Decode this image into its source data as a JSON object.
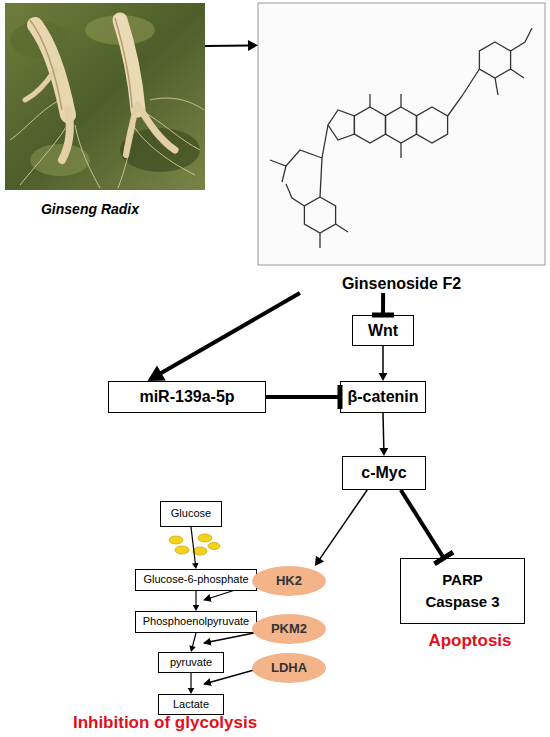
{
  "diagram": {
    "nodes": [
      {
        "text": [
          "Ginseng Radix"
        ]
      },
      {
        "text": [
          "Ginsenoside F2"
        ]
      },
      {
        "text": [
          "Wnt"
        ]
      },
      {
        "text": [
          "miR-139a-5p"
        ]
      },
      {
        "text": [
          "β-catenin"
        ]
      },
      {
        "text": [
          "c-Myc"
        ]
      },
      {
        "text": [
          "Glucose"
        ]
      },
      {
        "text": [
          "Glucose-6-phosphate"
        ]
      },
      {
        "text": [
          "HK2"
        ]
      },
      {
        "text": [
          "Phosphoenolpyruvate"
        ]
      },
      {
        "text": [
          "PKM2"
        ]
      },
      {
        "text": [
          "pyruvate"
        ]
      },
      {
        "text": [
          "LDHA"
        ]
      },
      {
        "text": [
          "Lactate"
        ]
      },
      {
        "text": [
          "PARP Caspase 3"
        ]
      }
    ],
    "edges": [
      {
        "from": 0,
        "to": 1,
        "arrow": "to"
      },
      {
        "from": 1,
        "to": 3,
        "arrow": "to"
      },
      {
        "from": 1,
        "to": 2,
        "arrow": "to"
      },
      {
        "from": 2,
        "to": 4,
        "arrow": "to"
      },
      {
        "from": 3,
        "to": 4,
        "arrow": "to"
      },
      {
        "from": 4,
        "to": 5,
        "arrow": "to"
      },
      {
        "from": 5,
        "to": 8,
        "arrow": "to"
      },
      {
        "from": 5,
        "to": 14,
        "arrow": "to"
      },
      {
        "from": 6,
        "to": 7,
        "arrow": "to"
      },
      {
        "from": 7,
        "to": 9,
        "arrow": "to"
      },
      {
        "from": 9,
        "to": 11,
        "arrow": "to"
      },
      {
        "from": 11,
        "to": 13,
        "arrow": "to"
      }
    ],
    "labels": [
      "Inhibition of glycolysis",
      "Apoptosis"
    ]
  }
}
